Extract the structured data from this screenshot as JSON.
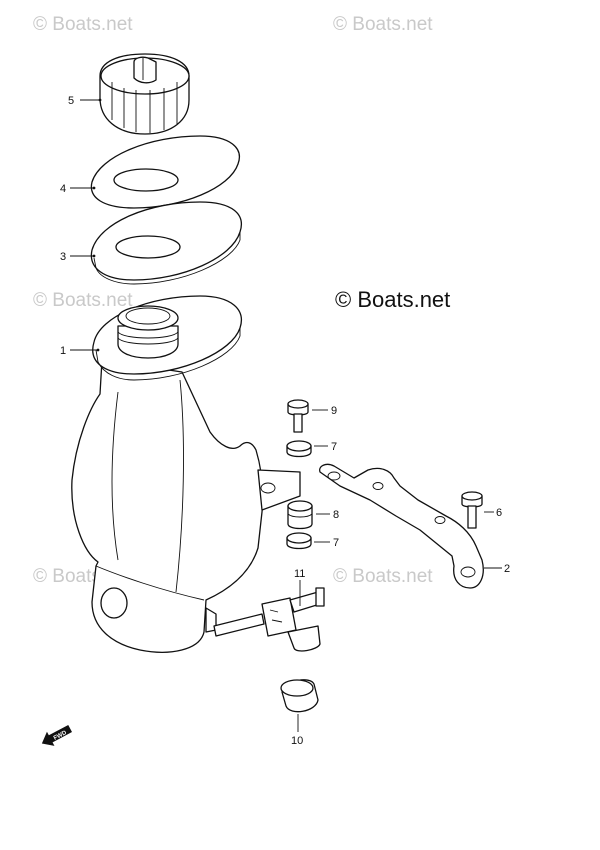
{
  "watermarks": {
    "top_left": "© Boats.net",
    "top_right": "© Boats.net",
    "mid_left": "© Boats.net",
    "center": "© Boats.net",
    "low_left": "© Boats.net",
    "low_right": "© Boats.net"
  },
  "callouts": {
    "c5": "5",
    "c4": "4",
    "c3": "3",
    "c1": "1",
    "c9": "9",
    "c7a": "7",
    "c8": "8",
    "c7b": "7",
    "c6": "6",
    "c2": "2",
    "c11": "11",
    "c10": "10"
  },
  "direction_badge": "FWD"
}
